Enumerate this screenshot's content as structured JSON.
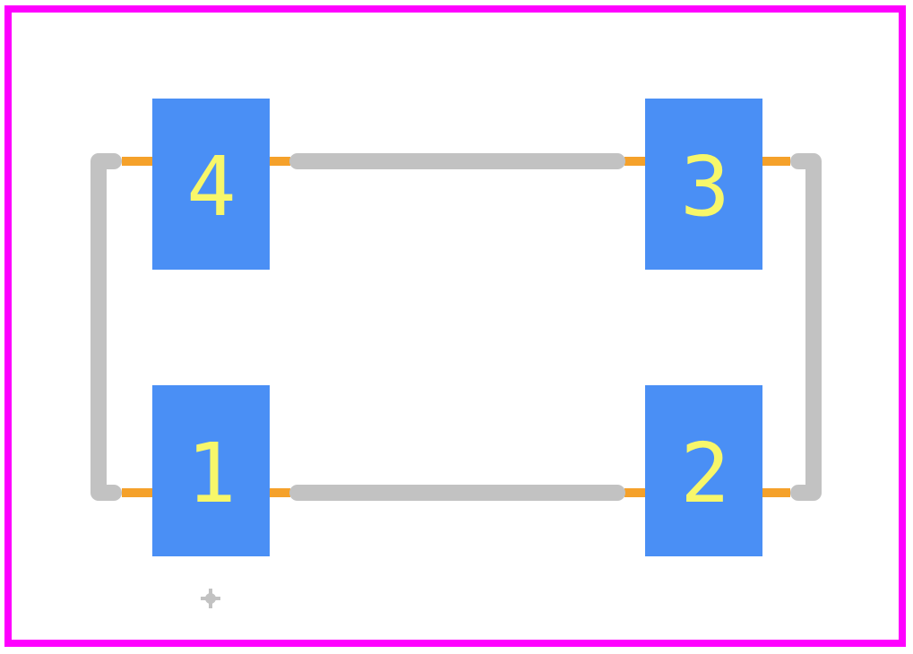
{
  "colors": {
    "courtyard": "#ff00ff",
    "pad": "#4a8ff5",
    "pad_label": "#f7f76a",
    "silkscreen": "#c2c2c2",
    "fab_lead": "#f5a12a",
    "background": "#ffffff"
  },
  "pads": [
    {
      "id": "pad-1",
      "label": "1"
    },
    {
      "id": "pad-2",
      "label": "2"
    },
    {
      "id": "pad-3",
      "label": "3"
    },
    {
      "id": "pad-4",
      "label": "4"
    }
  ],
  "icons": {
    "origin_marker": "pin1-origin-marker-icon"
  }
}
